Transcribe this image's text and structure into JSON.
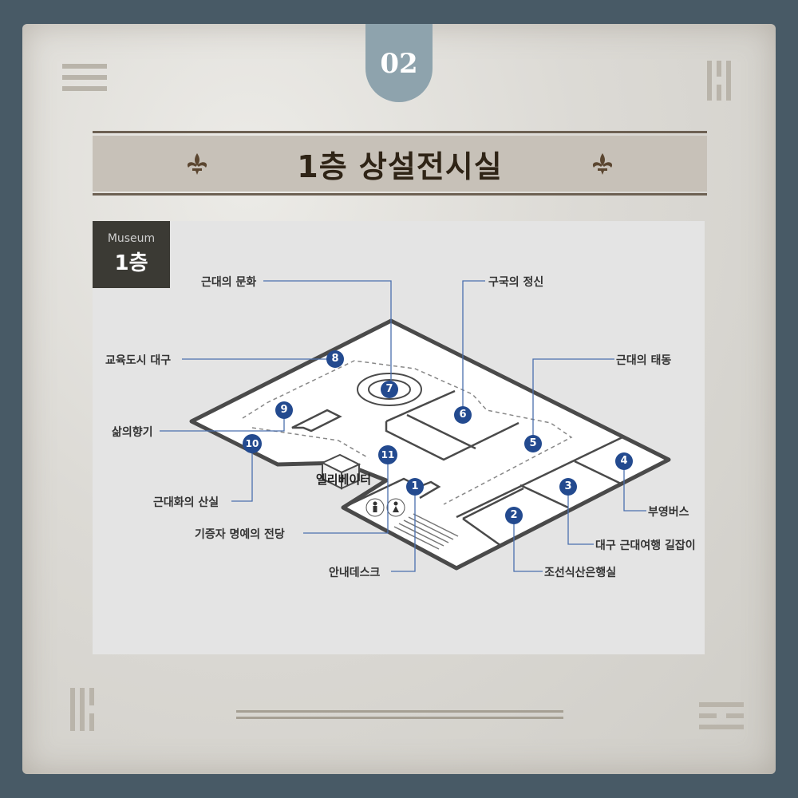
{
  "badge_number": "02",
  "title": "1층 상설전시실",
  "floor_badge": {
    "sub": "Museum",
    "main": "1층"
  },
  "elevator": "엘리베이터",
  "labels": {
    "l1": "안내데스크",
    "l2": "조선식산은행실",
    "l3": "대구 근대여행 길잡이",
    "l4": "부영버스",
    "l5": "근대의 태동",
    "l6": "구국의 정신",
    "l7": "근대의 문화",
    "l8": "교육도시 대구",
    "l9": "삶의향기",
    "l10": "근대화의 산실",
    "l11": "기증자 명예의 전당"
  },
  "numbers": [
    "1",
    "2",
    "3",
    "4",
    "5",
    "6",
    "7",
    "8",
    "9",
    "10",
    "11"
  ],
  "colors": {
    "background": "#485a66",
    "accent": "#234a8f",
    "tab": "#8ea3ad",
    "banner": "#c7c1b8"
  },
  "icons": [
    "fleur-de-lis-icon",
    "restroom-male-icon",
    "restroom-female-icon",
    "stairs-icon"
  ]
}
